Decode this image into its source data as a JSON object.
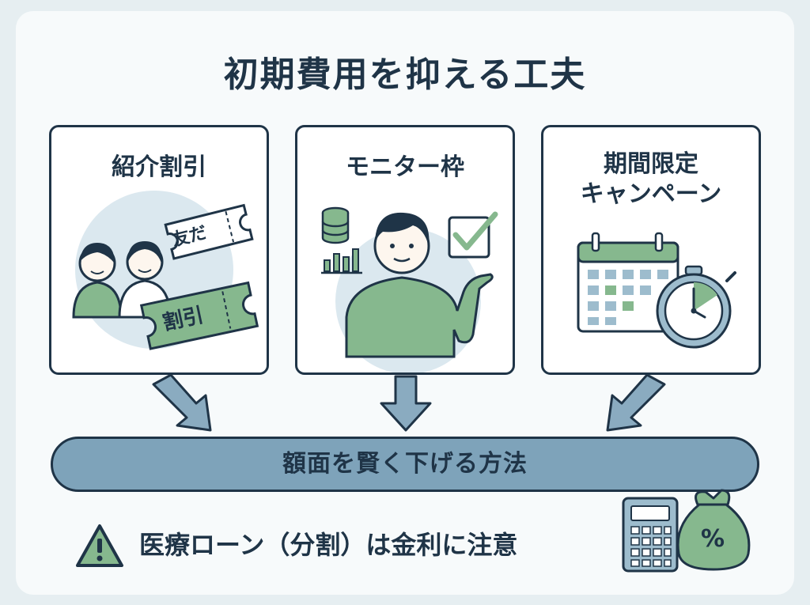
{
  "title": "初期費用を抑える工夫",
  "panels": [
    {
      "label": "紹介割引",
      "ticket_friend": "友だ",
      "ticket_discount": "割引"
    },
    {
      "label": "モニター枠"
    },
    {
      "label_line1": "期間限定",
      "label_line2": "キャンペーン"
    }
  ],
  "banner": "額面を賢く下げる方法",
  "warning": "医療ローン（分割）は金利に注意",
  "money_symbol": "%",
  "colors": {
    "navy": "#1f3447",
    "green": "#86b88e",
    "blue_banner": "#7ea3ba",
    "light_blue": "#dbe8ef",
    "arrow_blue": "#8aabc0"
  }
}
